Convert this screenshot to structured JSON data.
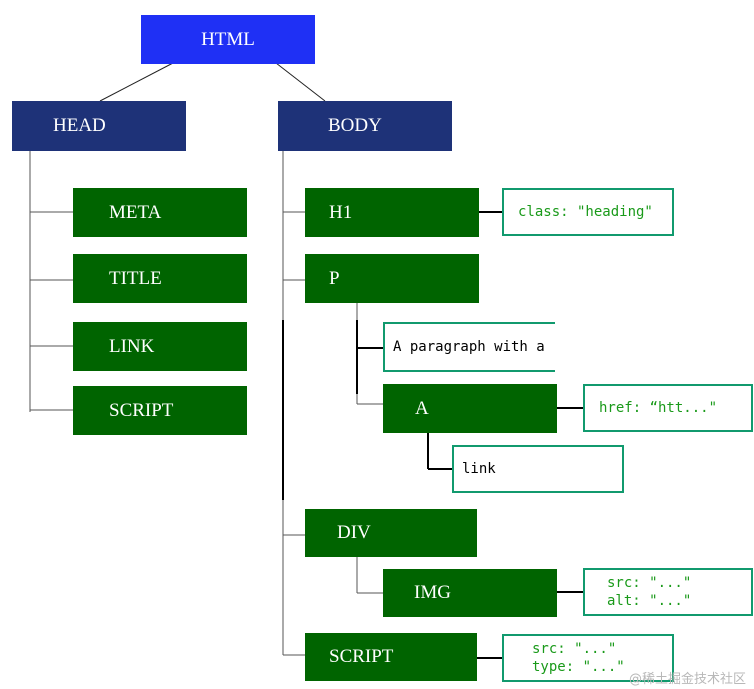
{
  "nodes": {
    "html": "HTML",
    "head": "HEAD",
    "body": "BODY",
    "meta": "META",
    "title": "TITLE",
    "link": "LINK",
    "head_script": "SCRIPT",
    "h1": "H1",
    "p": "P",
    "a": "A",
    "div": "DIV",
    "img": "IMG",
    "body_script": "SCRIPT"
  },
  "attributes": {
    "h1_class": "class: \"heading\"",
    "a_href": "href: “htt...\"",
    "img_src": "src: \"...\"",
    "img_alt": "alt: \"...\"",
    "script_src": "src: \"...\"",
    "script_type": "type: \"...\""
  },
  "text_nodes": {
    "p_text": "A paragraph with a",
    "a_text": "link"
  },
  "watermark": "@稀土掘金技术社区",
  "colors": {
    "html_node": "#1f30f5",
    "head_body_node": "#1e3278",
    "element_node": "#006400",
    "attribute_border": "#119a6e",
    "attribute_text": "#1a9a1a"
  }
}
